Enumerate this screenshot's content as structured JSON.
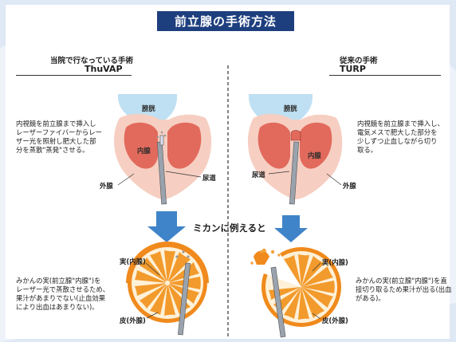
{
  "title": "前立腺の手術方法",
  "left": {
    "heading_sub": "当院で行なっている手術",
    "heading_main": "ThuVAP",
    "description": "内視鏡を前立腺まで挿入し\nレーザーファイバーからレー\nザー光を照射し肥大した部\n分を蒸散\"蒸発\"させる。",
    "labels": {
      "bladder": "膀胱",
      "inner": "内腺",
      "outer": "外腺",
      "urethra": "尿道"
    },
    "orange_description": "みかんの実(前立腺\"内腺\")を\nレーザー光で蒸散させるため、\n果汁があまりでない(止血効果\nにより出血はあまりない)。",
    "orange_labels": {
      "fruit": "実(内腺)",
      "peel": "皮(外腺)"
    }
  },
  "right": {
    "heading_sub": "従来の手術",
    "heading_main": "TURP",
    "description": "内視鏡を前立腺まで挿入し、\n電気メスで肥大した部分を\n少しずつ止血しながら切り\n取る。",
    "labels": {
      "bladder": "膀胱",
      "inner": "内腺",
      "outer": "外腺",
      "urethra": "尿道"
    },
    "orange_description": "みかんの実(前立腺\"内腺\")を直\n接切り取るため果汁が出る(出血\nがある)。",
    "orange_labels": {
      "fruit": "実(内腺)",
      "peel": "皮(外腺)"
    }
  },
  "middle_label": "ミカンに例えると",
  "colors": {
    "title_bg": "#1e3f7e",
    "bladder": "#bfe0f2",
    "inner_gland": "#e26a5c",
    "outer_gland": "#f6cfc2",
    "arrow": "#3f84c8",
    "orange": "#f08a1c",
    "orange_pith": "#fff1d8"
  }
}
